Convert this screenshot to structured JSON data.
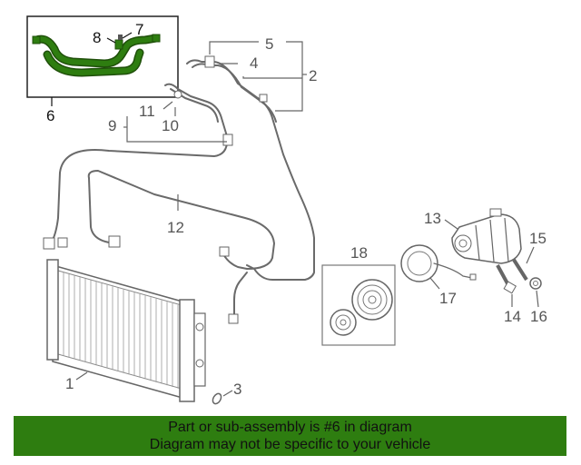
{
  "diagram": {
    "callouts": {
      "c1": "1",
      "c2": "2",
      "c3": "3",
      "c4": "4",
      "c5": "5",
      "c6": "6",
      "c7": "7",
      "c8": "8",
      "c9": "9",
      "c10": "10",
      "c11": "11",
      "c12": "12",
      "c13": "13",
      "c14": "14",
      "c15": "15",
      "c16": "16",
      "c17": "17",
      "c18": "18"
    },
    "highlight_color": "#2e7d10"
  },
  "banner": {
    "line1": "Part or sub-assembly is #6 in diagram",
    "line2": "Diagram may not be specific to your vehicle",
    "background": "#2e7d10"
  }
}
